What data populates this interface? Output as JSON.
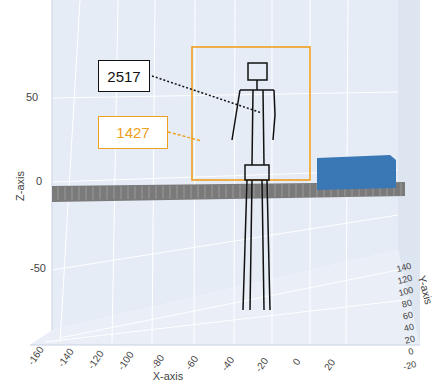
{
  "diagram": {
    "nodes": [
      {
        "text": [
          "2517"
        ]
      },
      {
        "text": [
          "1427"
        ]
      }
    ],
    "labels": [
      "50",
      "0",
      "-50",
      "Z-axis",
      "-160",
      "-140",
      "-120",
      "-100",
      "-80",
      "-60",
      "-40",
      "-20",
      "0",
      "20",
      "X-axis",
      "140",
      "120",
      "100",
      "80",
      "60",
      "40",
      "20",
      "0",
      "-20",
      "Y-axis"
    ]
  }
}
